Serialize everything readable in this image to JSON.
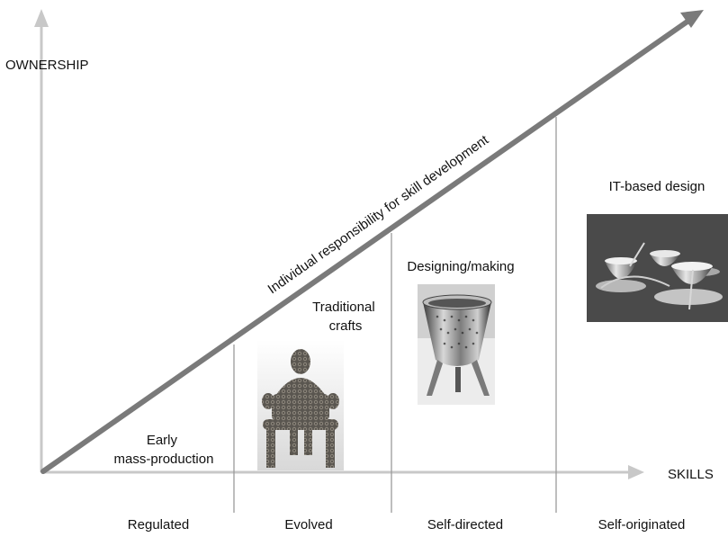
{
  "axes": {
    "y_label": "OWNERSHIP",
    "x_label": "SKILLS"
  },
  "diagonal_label": "Individual responsibility for skill development",
  "stages": [
    {
      "label_lines": [
        "Early",
        "mass-production"
      ],
      "category": "Regulated"
    },
    {
      "label_lines": [
        "Traditional",
        "crafts"
      ],
      "category": "Evolved"
    },
    {
      "label_lines": [
        "Designing/making"
      ],
      "category": "Self-directed"
    },
    {
      "label_lines": [
        "IT-based design"
      ],
      "category": "Self-originated"
    }
  ],
  "colors": {
    "axis": "#c8c8c8",
    "diagonal": "#7a7a7a",
    "divider": "#9a9a9a",
    "text": "#111111",
    "photo_dark_bg": "#4a4a4a"
  }
}
